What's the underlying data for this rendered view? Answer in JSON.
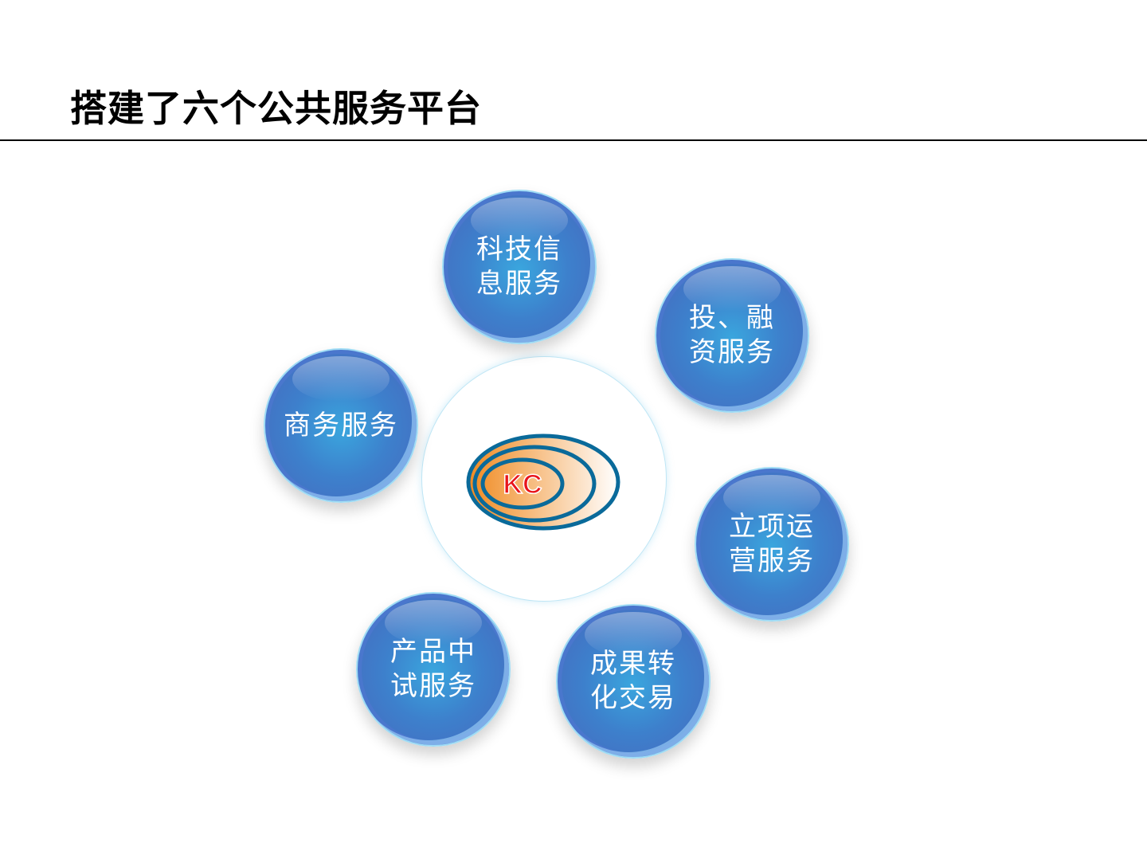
{
  "title": "搭建了六个公共服务平台",
  "logo_text": "KC",
  "colors": {
    "bubble": "#3d80cc",
    "logo_ring": "#0a6a9a",
    "logo_fill": "#f39a3a",
    "logo_text": "#e8141b"
  },
  "platforms": [
    {
      "lines": [
        "科技信",
        "息服务"
      ]
    },
    {
      "lines": [
        "投、融",
        "资服务"
      ]
    },
    {
      "lines": [
        "商务服务"
      ]
    },
    {
      "lines": [
        "立项运",
        "营服务"
      ]
    },
    {
      "lines": [
        "产品中",
        "试服务"
      ]
    },
    {
      "lines": [
        "成果转",
        "化交易"
      ]
    }
  ]
}
